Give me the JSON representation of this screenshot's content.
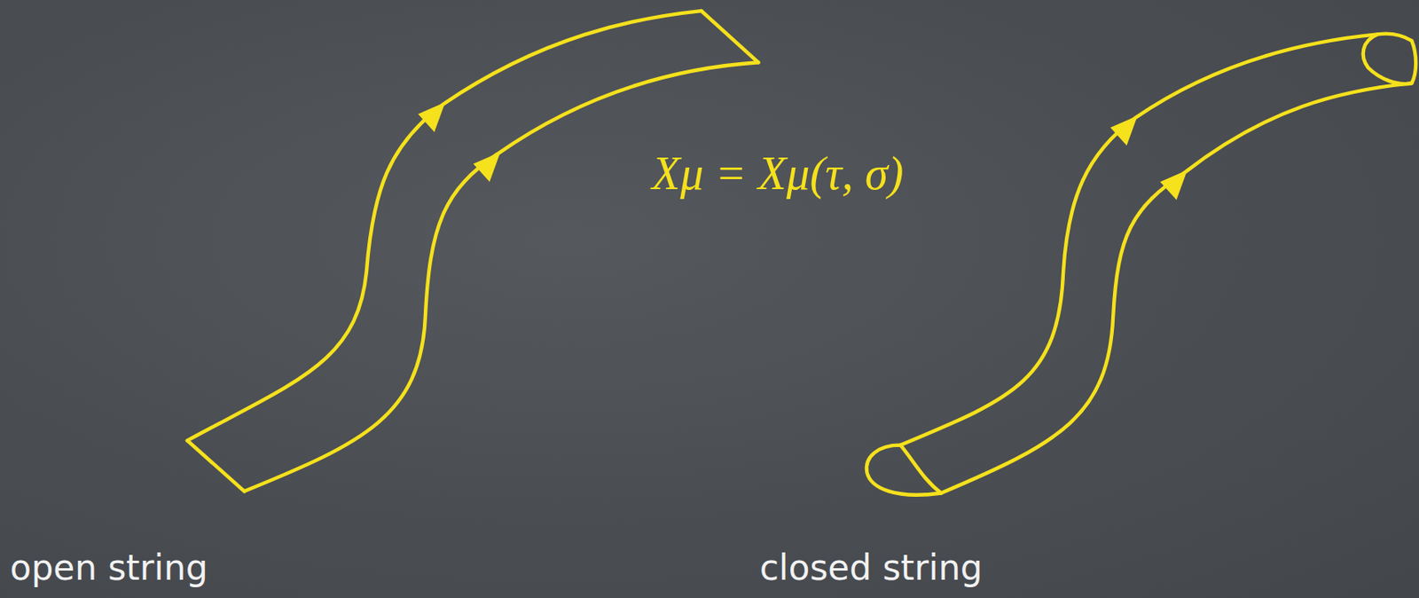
{
  "diagram": {
    "labels": [
      "Xμ = Xμ(τ, σ)",
      "open string",
      "closed string"
    ]
  }
}
